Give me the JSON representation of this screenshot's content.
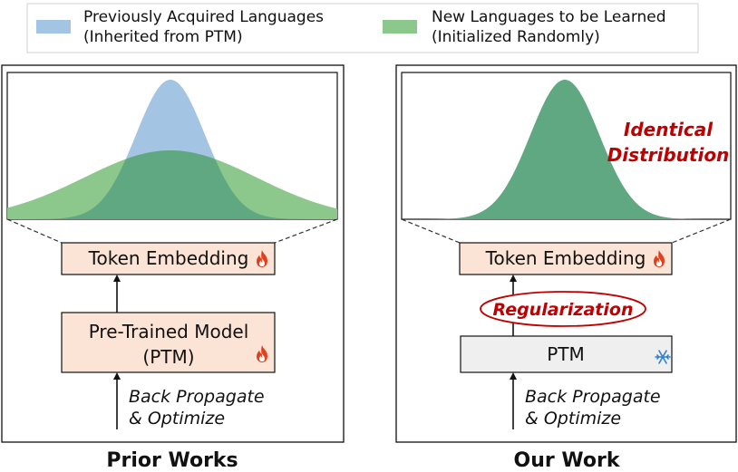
{
  "legend": {
    "items": [
      {
        "label_line1": "Previously Acquired Languages",
        "label_line2": "(Inherited from PTM)",
        "color": "#a3c4e3"
      },
      {
        "label_line1": "New Languages to be Learned",
        "label_line2": "(Initialized Randomly)",
        "color": "#8cc78c"
      }
    ]
  },
  "colors": {
    "overlap_green": "#5fa882",
    "box_fill": "#fbe4d5",
    "ptm_fill": "#efefef",
    "flame": "#e0401f",
    "snowflake": "#2f7fd0",
    "accent_red": "#c00000"
  },
  "left_panel": {
    "token_embedding": "Token Embedding",
    "model_line1": "Pre-Trained Model",
    "model_line2": "(PTM)",
    "backprop_line1": "Back Propagate",
    "backprop_line2": "& Optimize",
    "caption": "Prior Works",
    "embedding_icon": "flame-icon",
    "model_icon": "flame-icon"
  },
  "right_panel": {
    "annotation_line1": "Identical",
    "annotation_line2": "Distribution",
    "token_embedding": "Token Embedding",
    "regularization": "Regularization",
    "ptm": "PTM",
    "backprop_line1": "Back Propagate",
    "backprop_line2": "& Optimize",
    "caption": "Our Work",
    "embedding_icon": "flame-icon",
    "ptm_icon": "snowflake-icon"
  }
}
